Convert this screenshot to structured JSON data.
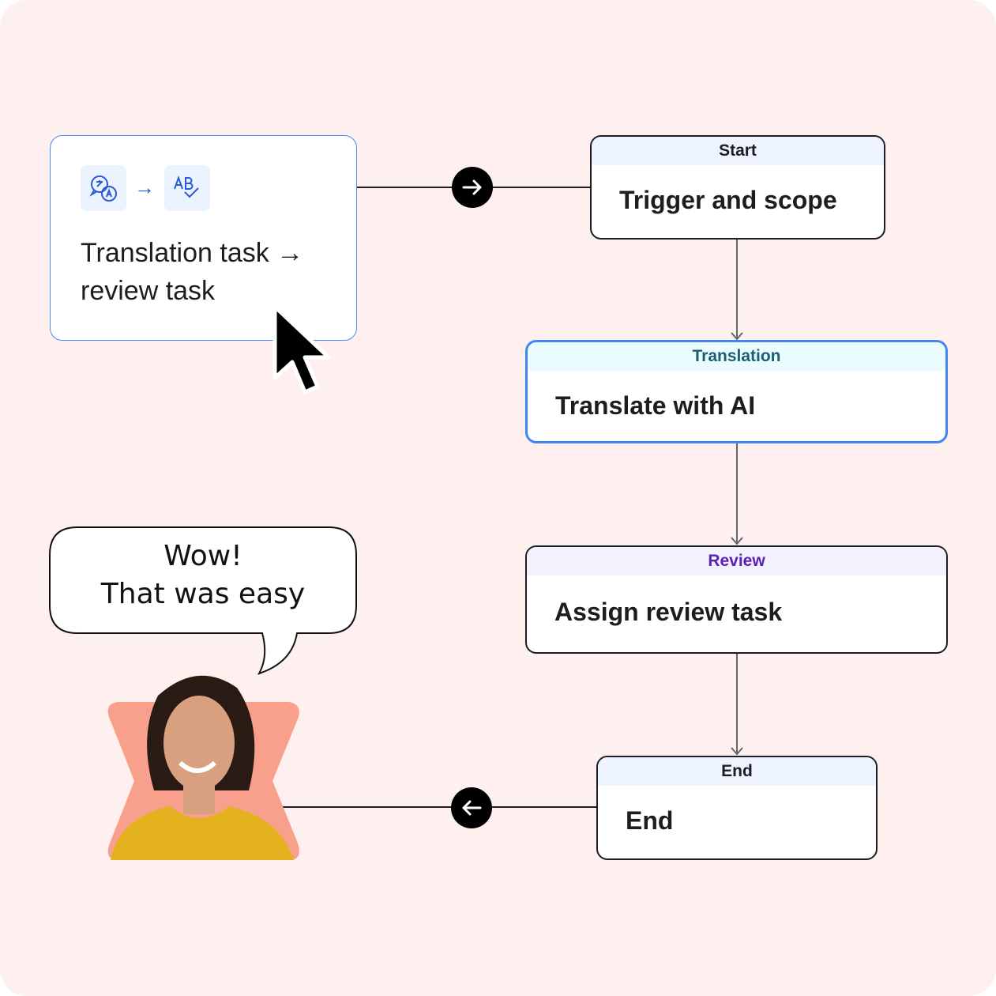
{
  "intro_card": {
    "title_line1": "Translation task →",
    "title_line2": "review task",
    "icons": [
      "translate-icon",
      "arrow-right-icon",
      "spellcheck-icon"
    ]
  },
  "nodes": [
    {
      "header": "Start",
      "body": "Trigger and scope",
      "header_color": "#1c1d21",
      "header_bg": "#eef4ff"
    },
    {
      "header": "Translation",
      "body": "Translate with AI",
      "header_color": "#1a5f75",
      "header_bg": "#eafcfd"
    },
    {
      "header": "Review",
      "body": "Assign review task",
      "header_color": "#5b21b6",
      "header_bg": "#f3f1fe"
    },
    {
      "header": "End",
      "body": "End",
      "header_color": "#1c1d21",
      "header_bg": "#eef4ff"
    }
  ],
  "speech": {
    "line1": "Wow!",
    "line2": "That was easy"
  },
  "colors": {
    "background": "#fdf0ee",
    "accent": "#3f86f5",
    "avatar_bg": "#f9a08c"
  }
}
